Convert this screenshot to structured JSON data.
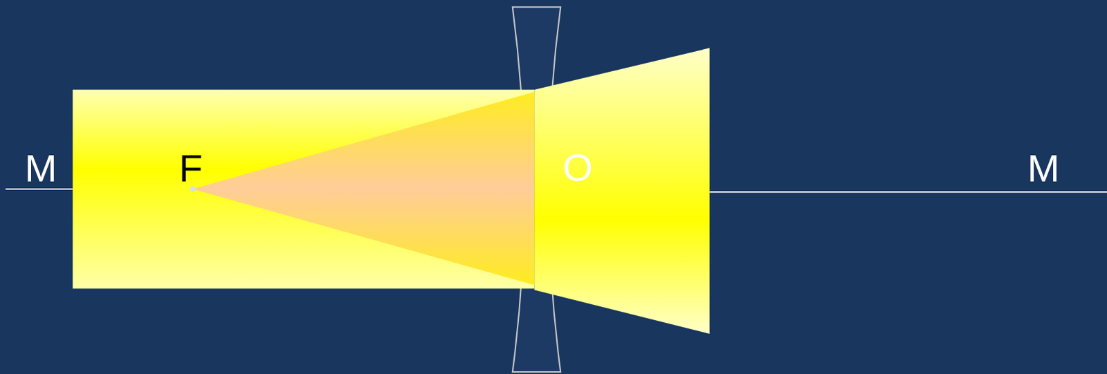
{
  "diagram": {
    "labels": [
      "M",
      "F",
      "O",
      "M"
    ]
  }
}
